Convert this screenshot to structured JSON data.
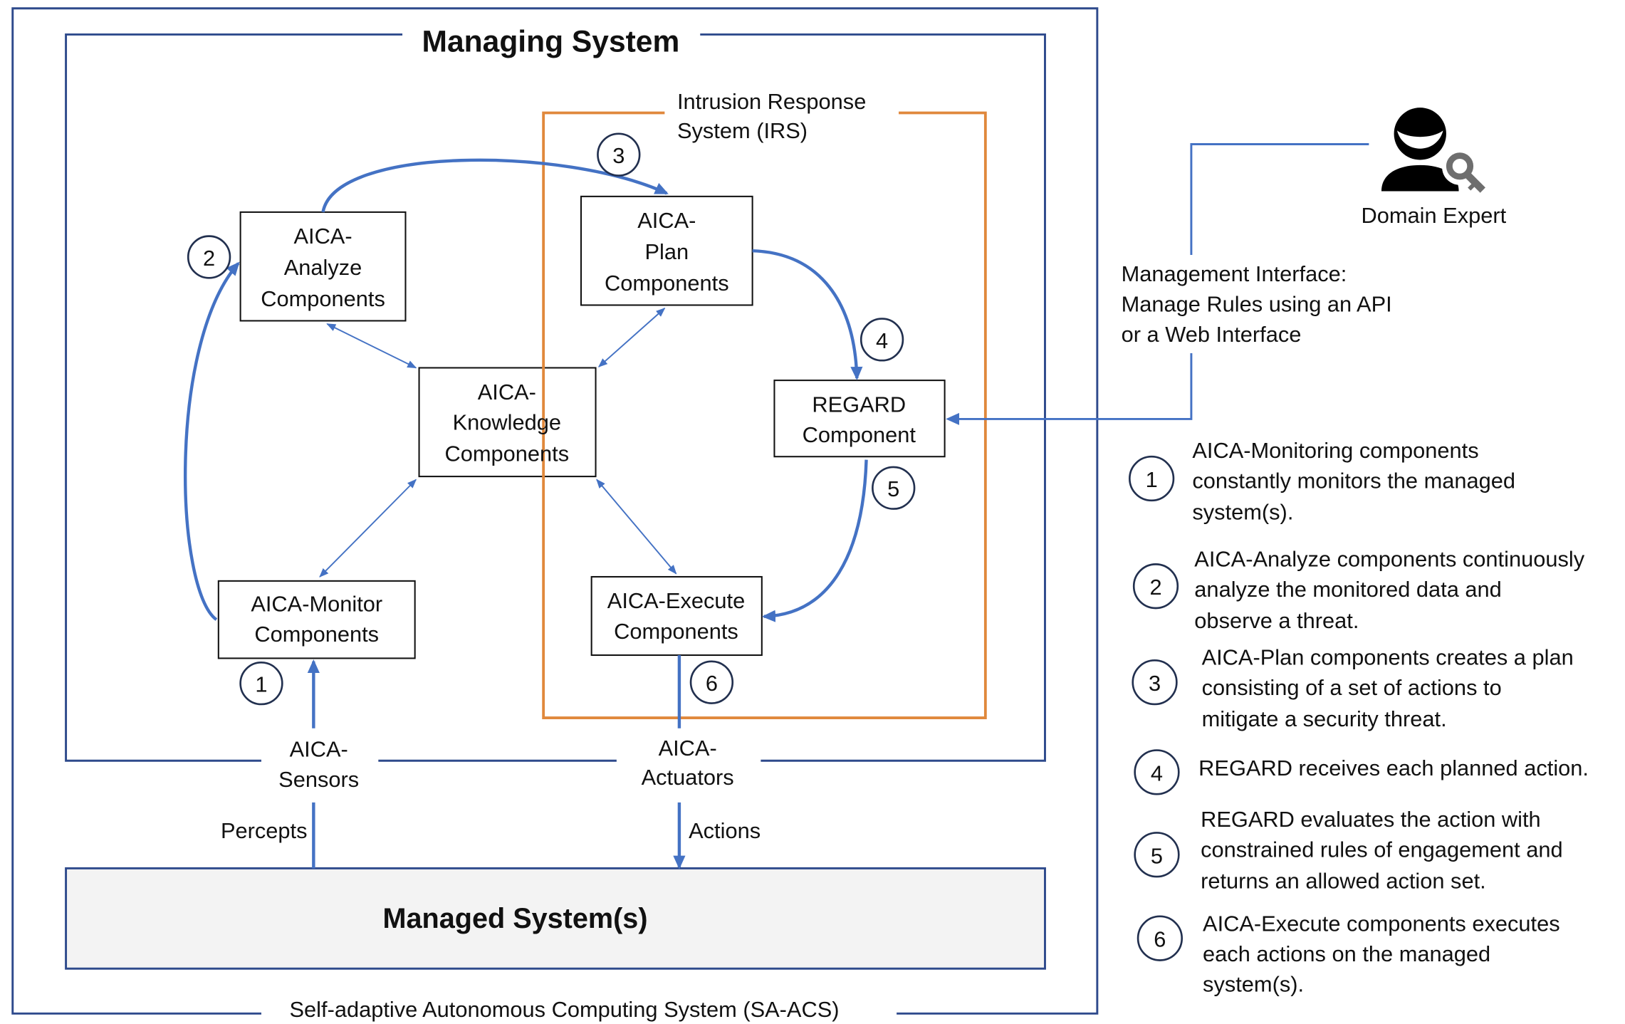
{
  "sa_acs": {
    "label": "Self-adaptive Autonomous Computing System (SA-ACS)"
  },
  "managing_system": {
    "title": "Managing System"
  },
  "irs": {
    "label_lines": [
      "Intrusion Response",
      "System (IRS)"
    ]
  },
  "components": {
    "analyze": {
      "lines": [
        "AICA-",
        "Analyze",
        "Components"
      ]
    },
    "plan": {
      "lines": [
        "AICA-",
        "Plan",
        "Components"
      ]
    },
    "knowledge": {
      "lines": [
        "AICA-",
        "Knowledge",
        "Components"
      ]
    },
    "regard": {
      "lines": [
        "REGARD",
        "Component"
      ]
    },
    "monitor": {
      "lines": [
        "AICA-Monitor",
        "Components"
      ]
    },
    "execute": {
      "lines": [
        "AICA-Execute",
        "Components"
      ]
    }
  },
  "sensors": {
    "lines": [
      "AICA-",
      "Sensors"
    ]
  },
  "actuators": {
    "lines": [
      "AICA-",
      "Actuators"
    ]
  },
  "flows": {
    "percepts": "Percepts",
    "actions": "Actions"
  },
  "managed_system": {
    "title": "Managed System(s)"
  },
  "step_markers": [
    "1",
    "2",
    "3",
    "4",
    "5",
    "6"
  ],
  "domain_expert": {
    "label": "Domain Expert",
    "icon": "user-with-key-icon"
  },
  "management_interface": {
    "lines": [
      "Management Interface:",
      "Manage Rules using an API",
      "or a Web Interface"
    ]
  },
  "legend": [
    {
      "number": "1",
      "lines": [
        "AICA-Monitoring components",
        "constantly monitors the managed",
        "system(s)."
      ]
    },
    {
      "number": "2",
      "lines": [
        "AICA-Analyze components continuously",
        "analyze the monitored data and",
        "observe a threat."
      ]
    },
    {
      "number": "3",
      "lines": [
        "AICA-Plan components creates a plan",
        "consisting of a set of actions to",
        "mitigate a security threat."
      ]
    },
    {
      "number": "4",
      "lines": [
        "REGARD receives each planned action."
      ]
    },
    {
      "number": "5",
      "lines": [
        "REGARD evaluates the action with",
        "constrained rules of engagement and",
        "returns an allowed action set."
      ]
    },
    {
      "number": "6",
      "lines": [
        "AICA-Execute components executes",
        "each actions on the managed",
        "system(s)."
      ]
    }
  ],
  "colors": {
    "system_boundary": "#2E4A8C",
    "irs_boundary": "#E0883C",
    "flow_arrow": "#4472C4",
    "component_border": "#111111",
    "marker_border": "#22304F",
    "managed_fill": "#F3F3F3",
    "text": "#111111",
    "icon": "#000000",
    "key_icon": "#6E6E6E"
  }
}
